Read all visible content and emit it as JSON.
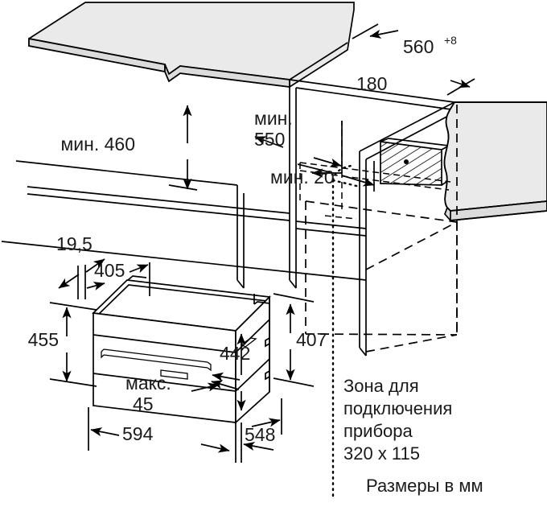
{
  "diagram": {
    "title": "Built-in appliance installation dimensions",
    "units_note": "Размеры в мм",
    "line_color": "#000000",
    "panel_fill": "#eaeaea"
  },
  "dimensions": {
    "niche_depth": "560",
    "niche_depth_tolerance": "+8",
    "niche_width_gap": "180",
    "min_height_460": "мин. 460",
    "min_550_line1": "мин.",
    "min_550_line2": "550",
    "min_20": "мин. 20",
    "front_offset": "19,5",
    "top_depth_405": "405",
    "front_height_455": "455",
    "body_height_442": "442",
    "side_height_407": "407",
    "max_label": "макс.",
    "max_value": "45",
    "width_594": "594",
    "depth_548": "548"
  },
  "connection_zone": {
    "line1": "Зона для",
    "line2": "подключения",
    "line3": "прибора",
    "line4": "320 x 115"
  }
}
